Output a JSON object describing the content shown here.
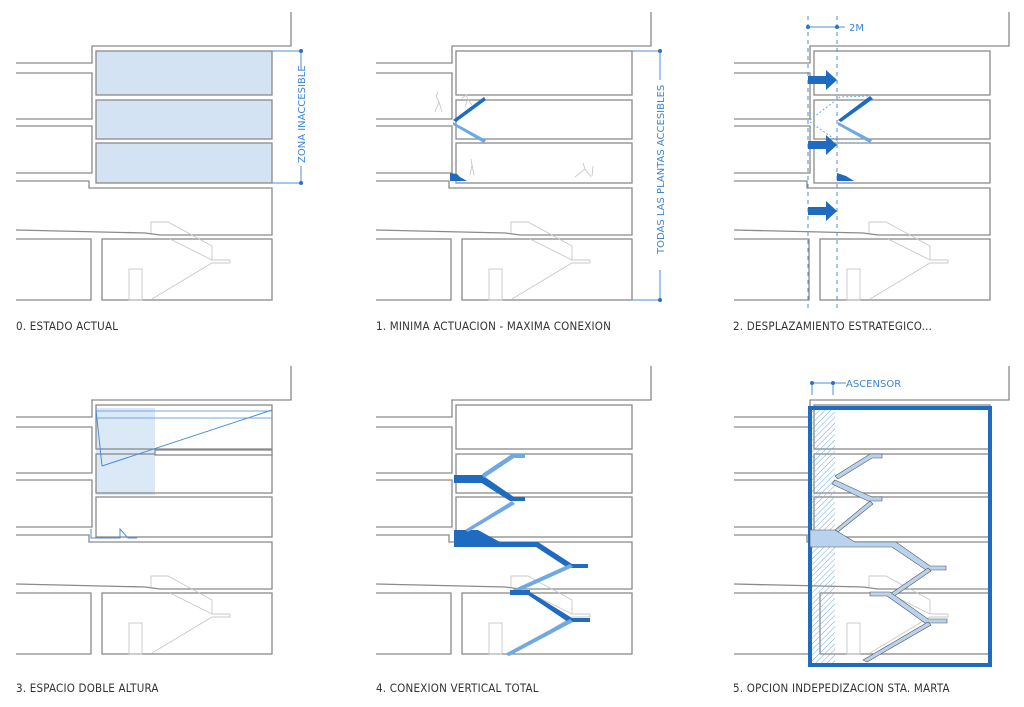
{
  "colors": {
    "dark_blue": "#1f6bbf",
    "light_blue": "#6fa8e2",
    "pale_blue": "#d4e3f3",
    "line_gray": "#8a8a8a",
    "caption_text": "#333333"
  },
  "panels": [
    {
      "caption": "0. ESTADO ACTUAL",
      "annotation": "ZONA INACCESIBLE"
    },
    {
      "caption": "1. MINIMA ACTUACION - MAXIMA CONEXION",
      "annotation": "TODAS LAS PLANTAS ACCESIBLES"
    },
    {
      "caption": "2. DESPLAZAMIENTO ESTRATEGICO...",
      "annotation": "2M"
    },
    {
      "caption": "3. ESPACIO DOBLE ALTURA"
    },
    {
      "caption": "4. CONEXION VERTICAL TOTAL"
    },
    {
      "caption": "5. OPCION INDEPEDIZACION STA. MARTA",
      "annotation": "ASCENSOR"
    }
  ]
}
